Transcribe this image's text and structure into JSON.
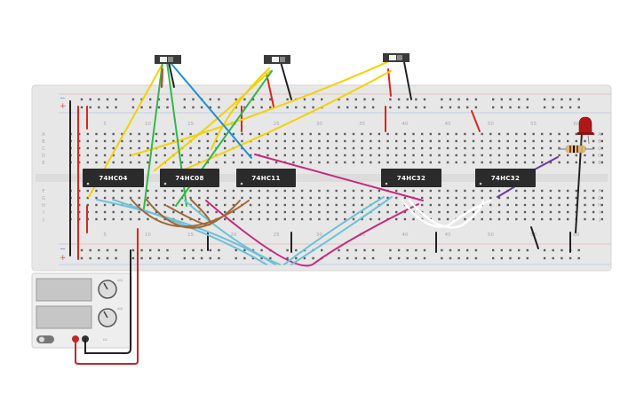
{
  "chips": [
    {
      "label": "74HC04"
    },
    {
      "label": "74HC08"
    },
    {
      "label": "74HC11"
    },
    {
      "label": "74HC32"
    },
    {
      "label": "74HC32"
    }
  ],
  "column_numbers": [
    "5",
    "10",
    "15",
    "20",
    "25",
    "30",
    "35",
    "40",
    "45",
    "50",
    "55",
    "60"
  ],
  "row_letters_top": [
    "A",
    "B",
    "C",
    "D",
    "E"
  ],
  "row_letters_bottom": [
    "F",
    "G",
    "H",
    "I",
    "J"
  ],
  "switches": [
    {
      "name": "switch-1"
    },
    {
      "name": "switch-2"
    },
    {
      "name": "switch-3"
    }
  ],
  "power_supply": {
    "knob_labels": [
      "ADJ",
      "ADJ"
    ],
    "knob_sublabels": [
      "",
      ""
    ],
    "output_label": "DC"
  },
  "components": {
    "led_color": "#b01818",
    "resistor_bands": [
      "#8b4513",
      "#000000",
      "#8b4513",
      "#d4af37"
    ]
  },
  "colors": {
    "yellow": "#f2d200",
    "green": "#37b54a",
    "blue": "#1f8fd6",
    "red": "#e0231c",
    "black": "#222222",
    "magenta": "#c8287e",
    "cyan": "#6fc0d6",
    "brown": "#9b6a3a",
    "purple": "#6b3aa3",
    "white": "#ffffff"
  }
}
